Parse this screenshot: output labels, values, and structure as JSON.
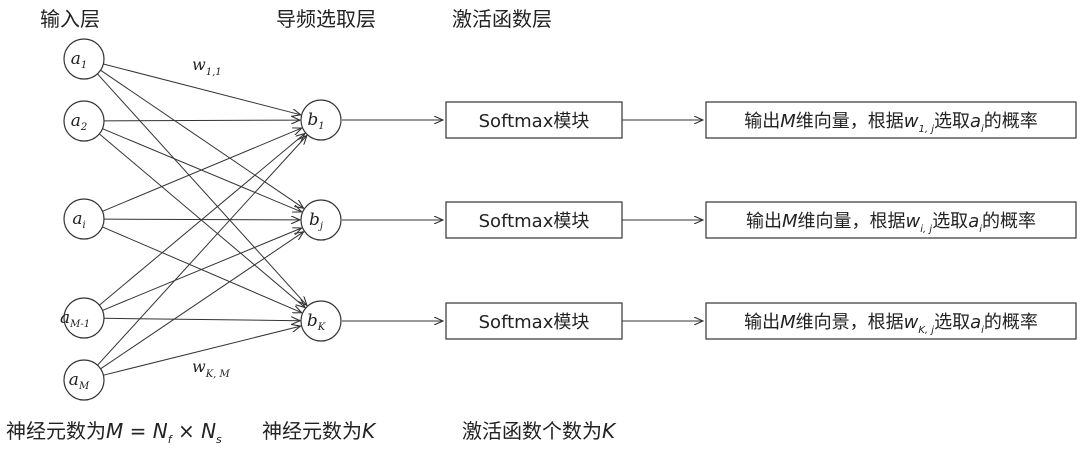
{
  "headers": {
    "input": "输入层",
    "pilot": "导频选取层",
    "activation": "激活函数层"
  },
  "footers": {
    "input": "神经元数为M = N_f × N_s",
    "pilot": "神经元数为K",
    "activation": "激活函数个数为K"
  },
  "input_nodes": [
    {
      "var": "a",
      "sub": "1"
    },
    {
      "var": "a",
      "sub": "2"
    },
    {
      "var": "a",
      "sub": "i"
    },
    {
      "var": "a",
      "sub": "M-1"
    },
    {
      "var": "a",
      "sub": "M"
    }
  ],
  "pilot_nodes": [
    {
      "var": "b",
      "sub": "1"
    },
    {
      "var": "b",
      "sub": "j"
    },
    {
      "var": "b",
      "sub": "K"
    }
  ],
  "weight_labels": [
    {
      "var": "w",
      "sub": "1,1"
    },
    {
      "var": "w",
      "sub": "K, M"
    }
  ],
  "softmax_label": "Softmax模块",
  "outputs": [
    {
      "pre": "输出",
      "mid": "维向量，根据",
      "sub": "1, j",
      "post": "选取",
      "tail": "的概率"
    },
    {
      "pre": "输出",
      "mid": "维向量，根据",
      "sub": "i, j",
      "post": "选取",
      "tail": "的概率"
    },
    {
      "pre": "输出",
      "mid": "维向景，根据",
      "sub": "K, j",
      "post": "选取",
      "tail": "的概率"
    }
  ]
}
